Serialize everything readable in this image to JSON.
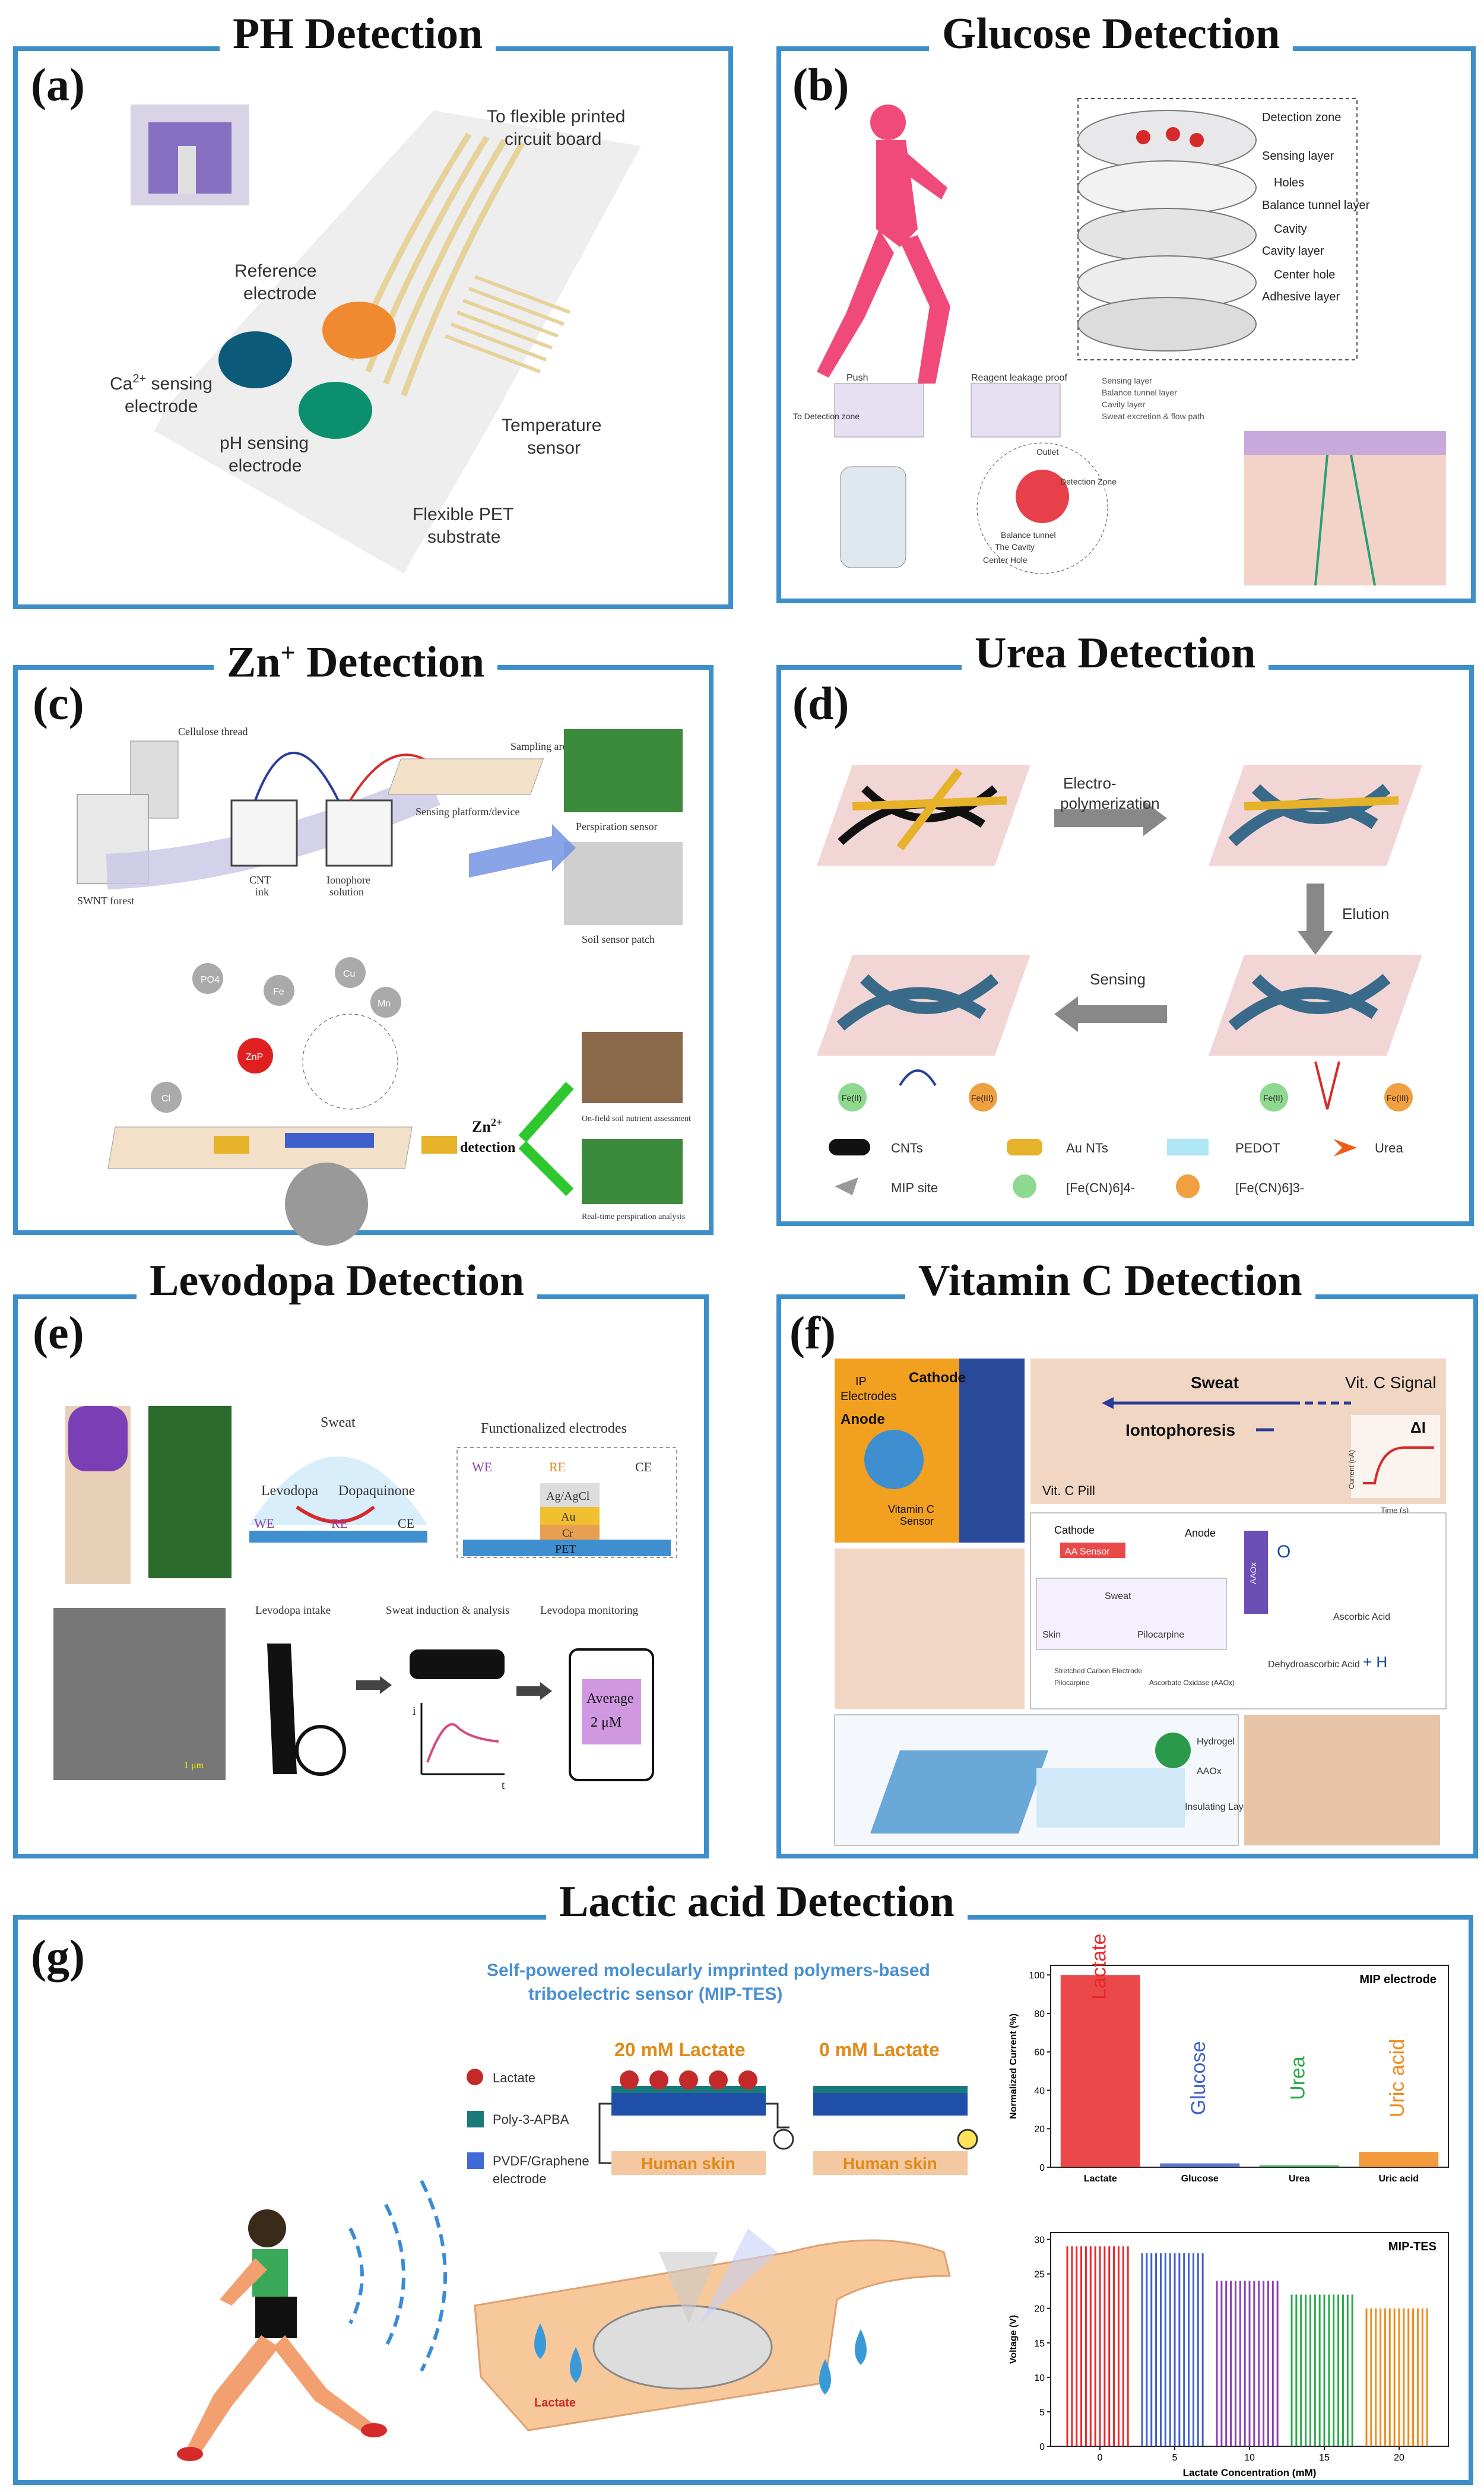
{
  "panels": {
    "a": {
      "title": "PH Detection",
      "label": "(a)",
      "texts": {
        "fpc": "To flexible printed",
        "fpc2": "circuit board",
        "ref": "Reference",
        "ref2": "electrode",
        "ca": "Ca",
        "ca_sup": "2+",
        "ca_rest": " sensing",
        "ca2": "electrode",
        "ph": "pH sensing",
        "ph2": "electrode",
        "temp": "Temperature",
        "temp2": "sensor",
        "pet": "Flexible PET",
        "pet2": "substrate"
      }
    },
    "b": {
      "title": "Glucose Detection",
      "label": "(b)",
      "layers": [
        "Detection zone",
        "Sensing layer",
        "Holes",
        "Balance tunnel layer",
        "Cavity",
        "Cavity layer",
        "Center hole",
        "Adhesive layer"
      ],
      "small": {
        "push": "Push",
        "reagent": "Reagent leakage proof",
        "todetect": "To Detection zone",
        "legend": [
          "Sensing layer",
          "Balance tunnel layer",
          "Cavity layer",
          "Sweat excretion & flow path"
        ],
        "outlet": "Outlet",
        "dz": "Detection Zone",
        "bt": "Balance tunnel",
        "cavity": "The Cavity",
        "ch": "Center Hole"
      }
    },
    "c": {
      "title": "Zn",
      "title_sup": "+",
      "title_rest": " Detection",
      "label": "(c)",
      "texts": {
        "thread": "Cellulose thread",
        "sampling": "Sampling area",
        "platform": "Sensing platform/device",
        "persp": "Perspiration sensor",
        "cnt": "CNT",
        "ink": "ink",
        "ionophore": "Ionophore",
        "solution": "solution",
        "swnt": "SWNT forest",
        "soil": "Soil sensor patch",
        "zn": "Zn",
        "zn_sup": "2+",
        "detection": "detection",
        "soil2": "On-field soil nutrient assessment",
        "real": "Real-time perspiration analysis",
        "ions": [
          "PO4",
          "Fe",
          "Cu",
          "Mn",
          "Cl"
        ],
        "znp": "ZnP"
      }
    },
    "d": {
      "title": "Urea Detection",
      "label": "(d)",
      "texts": {
        "electro": "Electro-",
        "poly": "polymerization",
        "elution": "Elution",
        "sensing": "Sensing",
        "fe2": "Fe(II)",
        "fe3": "Fe(III)"
      },
      "legend": [
        "CNTs",
        "Au NTs",
        "PEDOT",
        "Urea",
        "MIP site",
        "[Fe(CN)6]4-",
        "[Fe(CN)6]3-"
      ]
    },
    "e": {
      "title": "Levodopa Detection",
      "label": "(e)",
      "texts": {
        "sweat": "Sweat",
        "func": "Functionalized electrodes",
        "levodopa": "Levodopa",
        "dopa": "Dopaquinone",
        "we": "WE",
        "re": "RE",
        "ce": "CE",
        "agcl": "Ag/AgCl",
        "au": "Au",
        "cr": "Cr",
        "pet": "PET",
        "intake": "Levodopa intake",
        "induct": "Sweat induction & analysis",
        "monitor": "Levodopa monitoring",
        "avg": "Average",
        "avgval": "2 μM",
        "scale": "1 μm",
        "i": "i",
        "taxis": "t"
      }
    },
    "f": {
      "title": "Vitamin C Detection",
      "label": "(f)",
      "texts": {
        "ip": "IP",
        "electrodes": "Electrodes",
        "cathode": "Cathode",
        "anode": "Anode",
        "vitc": "Vitamin C",
        "sensor": "Sensor",
        "sweat": "Sweat",
        "signal": "Vit. C Signal",
        "ionto": "Iontophoresis",
        "pill": "Vit. C Pill",
        "delta": "ΔI",
        "current": "Current (nA)",
        "time": "Time (s)",
        "cathode2": "Cathode",
        "anode2": "Anode",
        "aasensor": "AA Sensor",
        "skin": "Skin",
        "sweat2": "Sweat",
        "pilo": "Pilocarpine",
        "o2": "O",
        "h2o": "+ H",
        "ascorbic": "Ascorbic Acid",
        "dehydro": "Dehydroascorbic Acid",
        "aaox": "AAOx",
        "hydrogel": "Hydrogel",
        "insulating": "Insulating Layer",
        "aaox2": "AAOx",
        "legend": [
          "Stretched Carbon Electrode",
          "Pilocarpine",
          "Ascorbate Oxidase (AAOx)"
        ]
      }
    },
    "g": {
      "title": "Lactic acid Detection",
      "label": "(g)",
      "texts": {
        "banner": "Self-powered molecularly imprinted polymers-based",
        "banner2": "triboelectric sensor (MIP-TES)",
        "lactate20": "20 mM Lactate",
        "lactate0": "0 mM Lactate",
        "skin": "Human skin",
        "lactate_arm": "Lactate",
        "legend": [
          "Lactate",
          "Poly-3-APBA",
          "PVDF/Graphene",
          "electrode"
        ]
      }
    }
  },
  "chart_data": [
    {
      "type": "bar",
      "title": "MIP electrode",
      "xlabel": "",
      "ylabel": "Normalized Current (%)",
      "categories": [
        "Lactate",
        "Glucose",
        "Urea",
        "Uric acid"
      ],
      "values": [
        100,
        2,
        1,
        8
      ],
      "bar_labels": [
        "Lactate",
        "Glucose",
        "Urea",
        "Uric acid"
      ],
      "colors": [
        "#e8282a",
        "#3f5fcc",
        "#2aa84a",
        "#f08a1c"
      ],
      "yticks": [
        0,
        20,
        40,
        60,
        80,
        100
      ],
      "ylim": [
        0,
        105
      ]
    },
    {
      "type": "bar",
      "title": "MIP-TES",
      "xlabel": "Lactate Concentration (mM)",
      "ylabel": "Voltage (V)",
      "xticks": [
        0,
        5,
        10,
        15,
        20
      ],
      "yticks": [
        0,
        5,
        10,
        15,
        20,
        25,
        30
      ],
      "ylim": [
        0,
        31
      ],
      "series": [
        {
          "concentration": 0,
          "voltage": 29,
          "color": "#e8282a"
        },
        {
          "concentration": 5,
          "voltage": 28,
          "color": "#3f5fcc"
        },
        {
          "concentration": 10,
          "voltage": 24,
          "color": "#8a3fb0"
        },
        {
          "concentration": 15,
          "voltage": 22,
          "color": "#2aa84a"
        },
        {
          "concentration": 20,
          "voltage": 20,
          "color": "#f08a1c"
        }
      ]
    }
  ]
}
